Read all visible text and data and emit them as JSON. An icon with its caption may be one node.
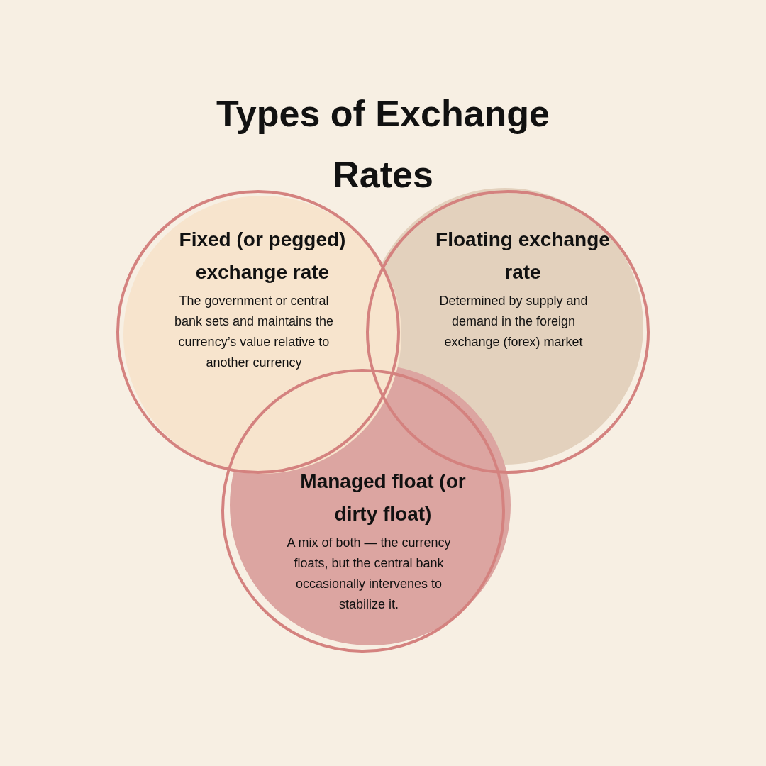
{
  "diagram": {
    "title": "Types of Exchange Rates",
    "nodes": [
      {
        "text": [
          "Fixed (or pegged) exchange rate",
          "The government or central bank sets and maintains the currency’s value relative to another currency"
        ]
      },
      {
        "text": [
          "Floating exchange rate",
          "Determined by supply and demand in the foreign exchange (forex) market"
        ]
      },
      {
        "text": [
          "Managed float (or dirty float)",
          "A mix of both — the currency floats, but the central bank occasionally intervenes to stabilize it."
        ]
      }
    ]
  }
}
